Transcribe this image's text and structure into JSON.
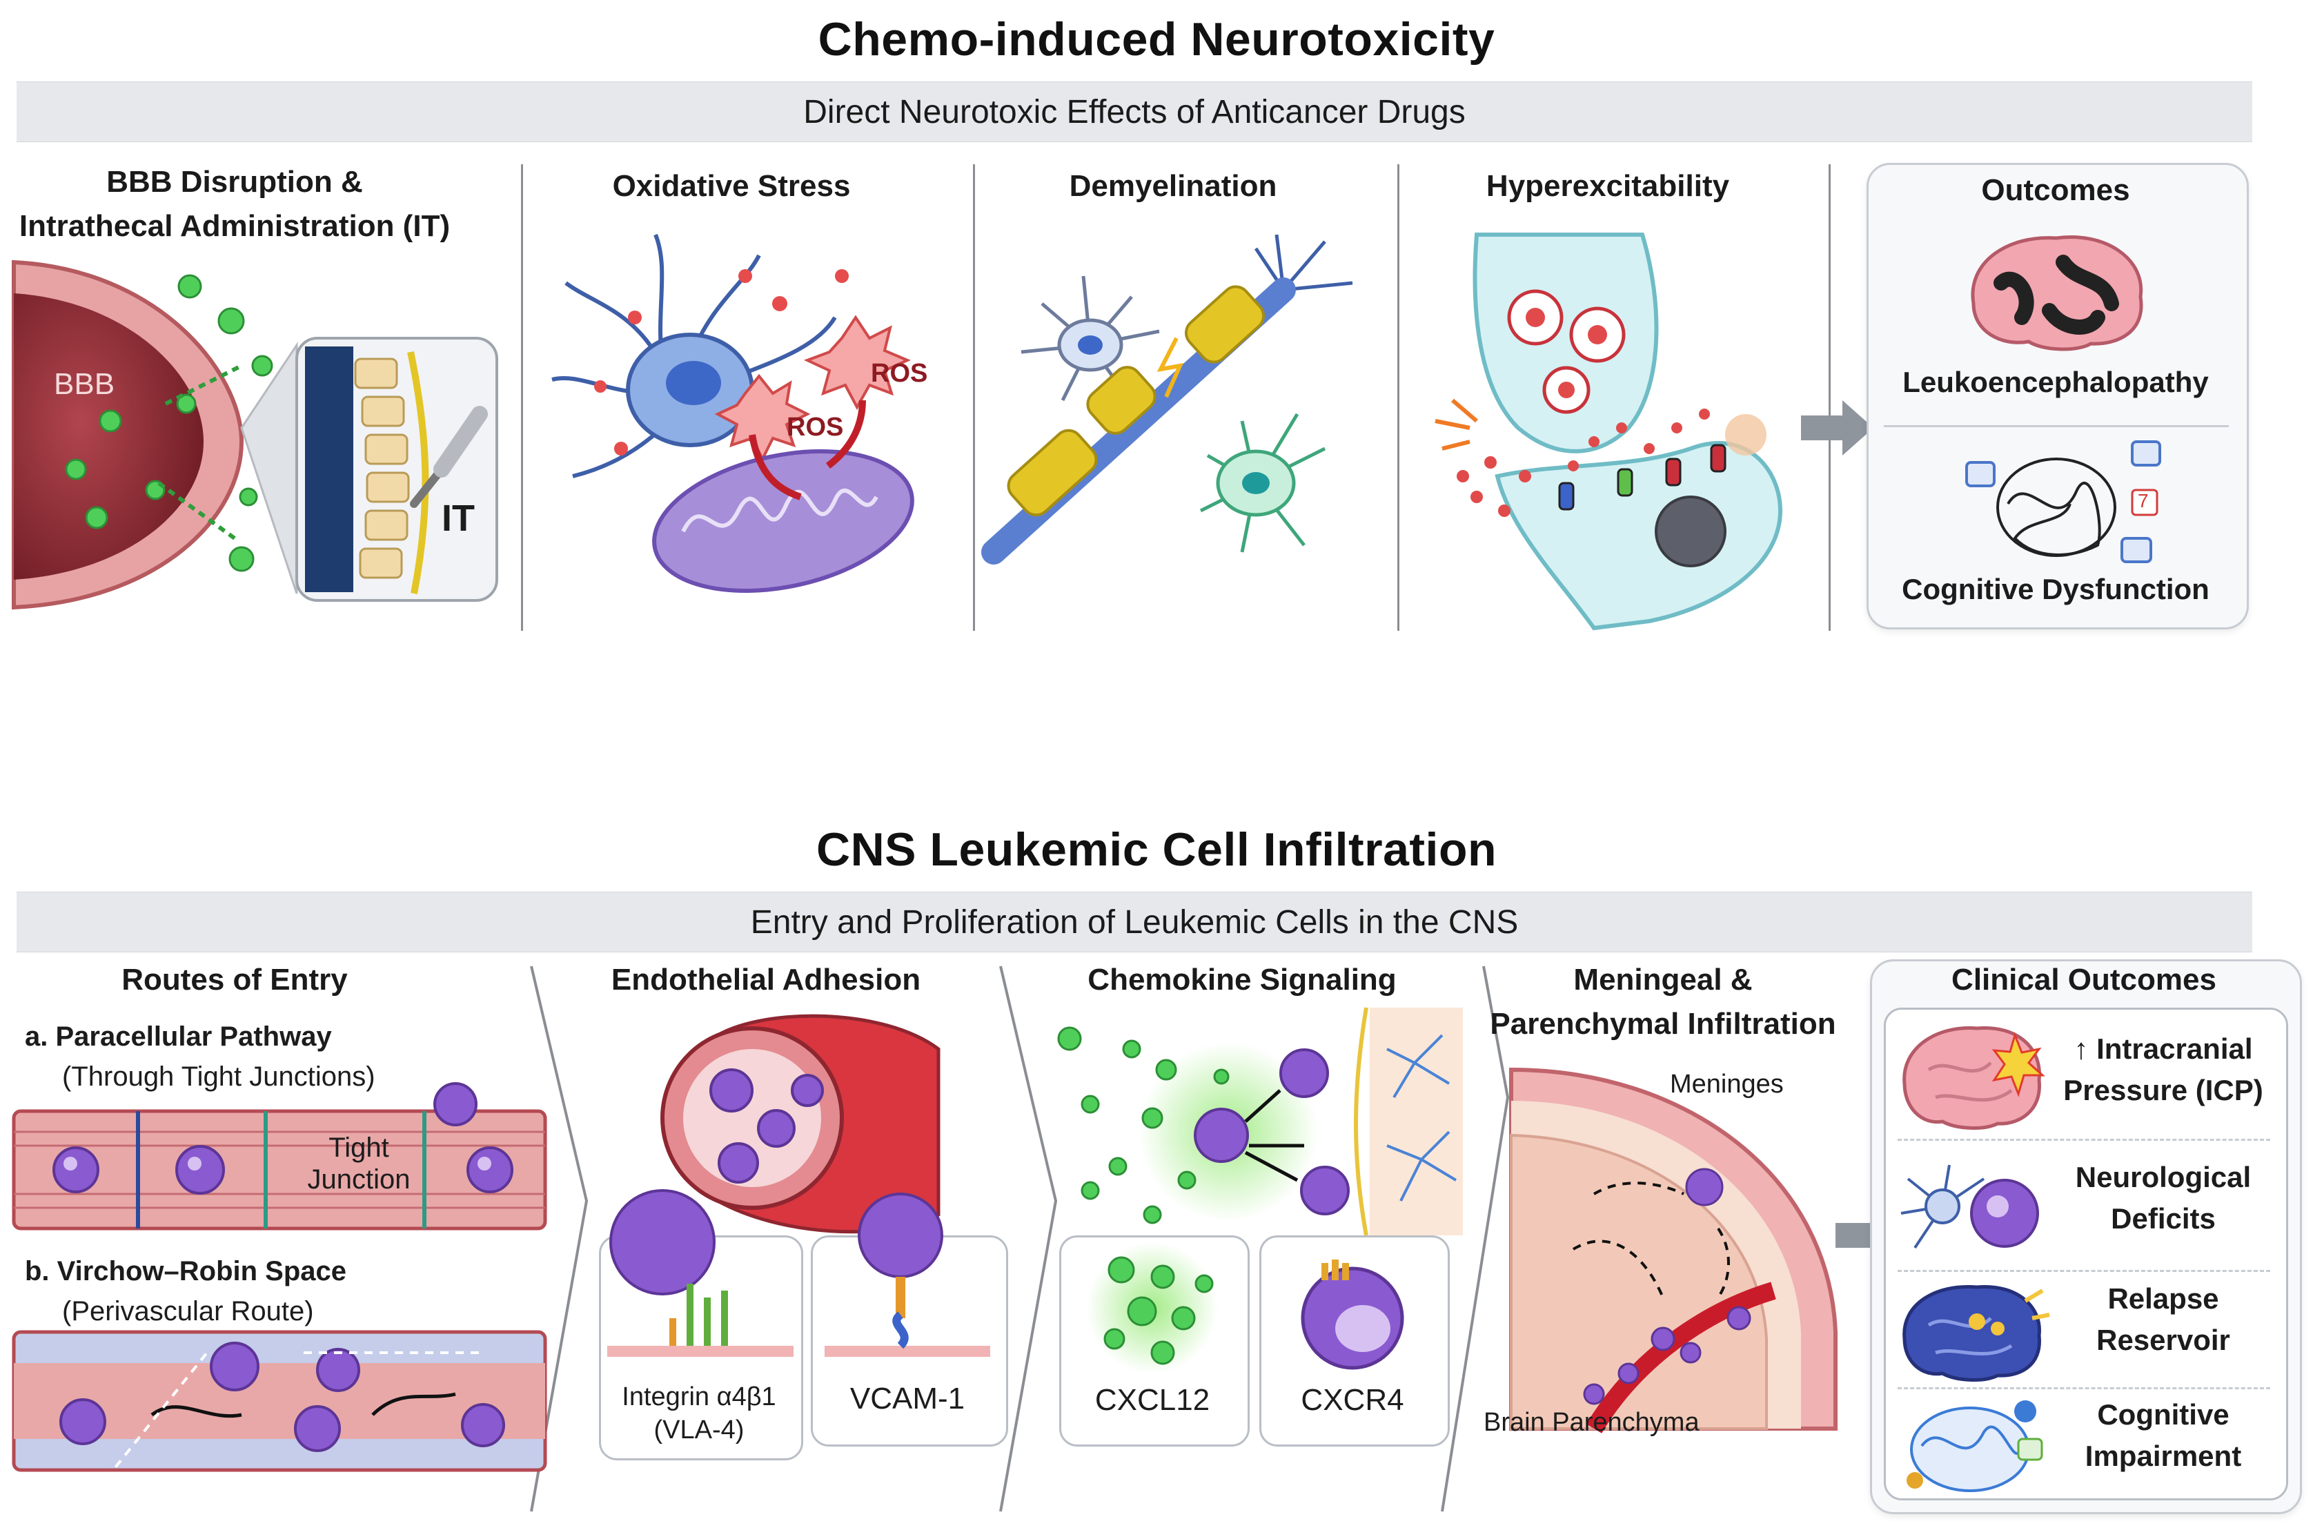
{
  "top": {
    "title": "Chemo-induced Neurotoxicity",
    "subtitle": "Direct Neurotoxic Effects of Anticancer Drugs",
    "panels": {
      "bbb_title": "BBB Disruption &\nIntrathecal Administration (IT)",
      "bbb_vessel_label": "BBB",
      "it_label": "IT",
      "oxidative_title": "Oxidative Stress",
      "ros_label_1": "ROS",
      "ros_label_2": "ROS",
      "demyelination_title": "Demyelination",
      "hyperexcitability_title": "Hyperexcitability"
    },
    "outcomes": {
      "title": "Outcomes",
      "items": [
        "Leukoencephalopathy",
        "Cognitive Dysfunction"
      ],
      "icon_number": "7"
    }
  },
  "bottom": {
    "title": "CNS Leukemic Cell Infiltration",
    "subtitle": "Entry and Proliferation of Leukemic Cells in the CNS",
    "routes": {
      "title": "Routes of Entry",
      "a_title": "a. Paracellular Pathway",
      "a_sub": "(Through Tight Junctions)",
      "tight_junction": "Tight\nJunction",
      "b_title": "b. Virchow–Robin Space",
      "b_sub": "(Perivascular Route)"
    },
    "adhesion": {
      "title": "Endothelial Adhesion",
      "integrin": "Integrin α4β1\n(VLA-4)",
      "vcam": "VCAM-1"
    },
    "chemokine": {
      "title": "Chemokine Signaling",
      "cxcl12": "CXCL12",
      "cxcr4": "CXCR4"
    },
    "meningeal": {
      "title": "Meningeal &\nParenchymal Infiltration",
      "meninges": "Meninges",
      "parenchyma": "Brain Parenchyma"
    },
    "clinical": {
      "title": "Clinical Outcomes",
      "items": [
        "↑ Intracranial\nPressure (ICP)",
        "Neurological\nDeficits",
        "Relapse\nReservoir",
        "Cognitive\nImpairment"
      ]
    }
  },
  "colors": {
    "vessel_red": "#c9454f",
    "vessel_dark": "#8e2630",
    "neuron_blue": "#6f8fd8",
    "leukemic_purple": "#8a5ad0",
    "chemokine_green": "#3dbf4a",
    "myelin_yellow": "#e3c526",
    "panel_band": "#e6e8ec",
    "arrow_gray": "#8f959d"
  }
}
